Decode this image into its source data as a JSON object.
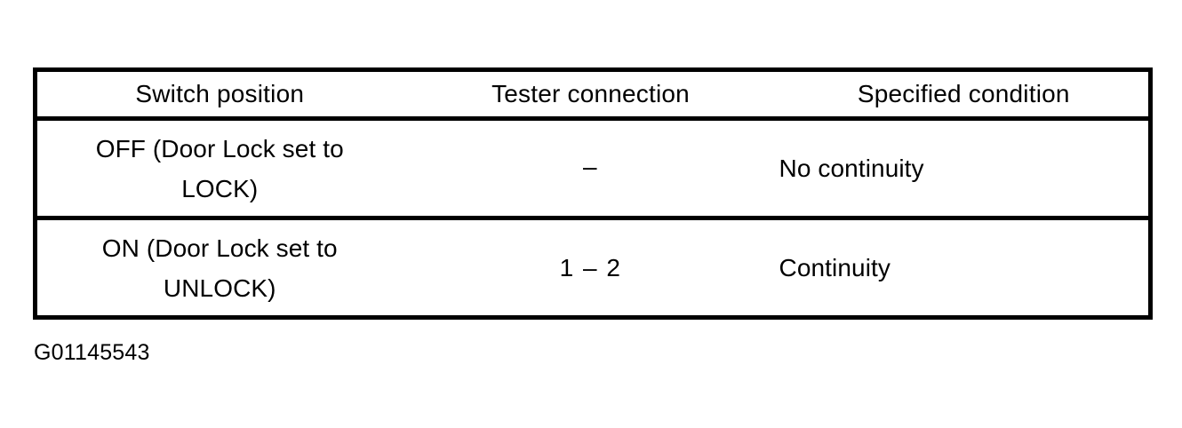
{
  "document": {
    "type": "specification-table",
    "background_color": "#ffffff",
    "ink_color": "#000000",
    "caption": "G01145543"
  },
  "table": {
    "columns": [
      {
        "key": "switch_position",
        "header": "Switch position",
        "align": "center"
      },
      {
        "key": "tester_connection",
        "header": "Tester connection",
        "align": "center"
      },
      {
        "key": "specified_condition",
        "header": "Specified condition",
        "align": "left"
      }
    ],
    "rows": [
      {
        "switch_position_line1": "OFF (Door Lock set to",
        "switch_position_line2": "LOCK)",
        "switch_position": "OFF (Door Lock set to LOCK)",
        "tester_connection": "–",
        "specified_condition": "No continuity"
      },
      {
        "switch_position_line1": "ON (Door Lock set to",
        "switch_position_line2": "UNLOCK)",
        "switch_position": "ON (Door Lock set to UNLOCK)",
        "tester_connection": "1 – 2",
        "specified_condition": "Continuity"
      }
    ]
  }
}
